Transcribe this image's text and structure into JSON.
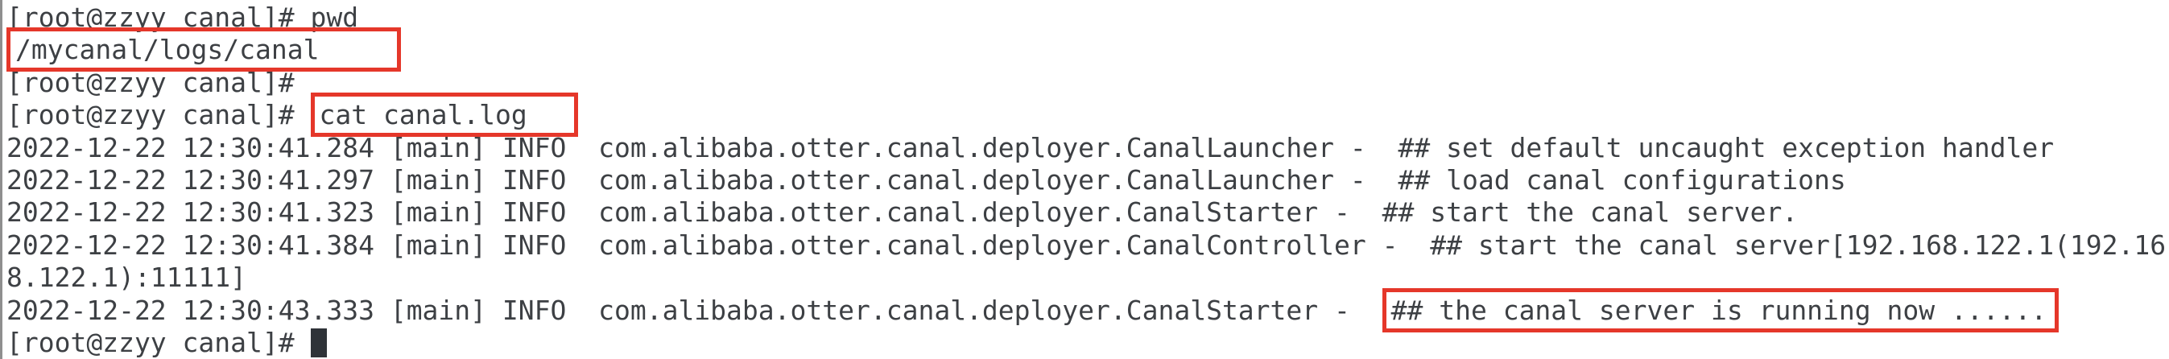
{
  "terminal": {
    "colors": {
      "background": "#ffffff",
      "text": "#3d4044",
      "highlight_border": "#e5372a",
      "window_border": "#8f8f8f",
      "cursor": "#2f3338"
    },
    "prompt": "[root@zzyy canal]#",
    "lines": [
      {
        "segments": [
          {
            "role": "prompt",
            "text": "[root@zzyy canal]# "
          },
          {
            "role": "command",
            "text": "pwd"
          }
        ]
      },
      {
        "segments": [
          {
            "role": "output",
            "text": "/mycanal/logs/canal",
            "boxed": true,
            "box_pad": "lg"
          }
        ]
      },
      {
        "segments": [
          {
            "role": "prompt",
            "text": "[root@zzyy canal]#"
          }
        ]
      },
      {
        "segments": [
          {
            "role": "prompt",
            "text": "[root@zzyy canal]# "
          },
          {
            "role": "command",
            "text": "cat canal.log",
            "boxed": true,
            "box_pad": "md"
          }
        ]
      },
      {
        "segments": [
          {
            "role": "log",
            "text": "2022-12-22 12:30:41.284 [main] INFO  com.alibaba.otter.canal.deployer.CanalLauncher -  ## set default uncaught exception handler"
          }
        ]
      },
      {
        "segments": [
          {
            "role": "log",
            "text": "2022-12-22 12:30:41.297 [main] INFO  com.alibaba.otter.canal.deployer.CanalLauncher -  ## load canal configurations"
          }
        ]
      },
      {
        "segments": [
          {
            "role": "log",
            "text": "2022-12-22 12:30:41.323 [main] INFO  com.alibaba.otter.canal.deployer.CanalStarter -  ## start the canal server."
          }
        ]
      },
      {
        "segments": [
          {
            "role": "log",
            "text": "2022-12-22 12:30:41.384 [main] INFO  com.alibaba.otter.canal.deployer.CanalController -  ## start the canal server[192.168.122.1(192.16"
          }
        ]
      },
      {
        "segments": [
          {
            "role": "log",
            "text": "8.122.1):11111]"
          }
        ]
      },
      {
        "segments": [
          {
            "role": "log",
            "text": "2022-12-22 12:30:43.333 [main] INFO  com.alibaba.otter.canal.deployer.CanalStarter -  "
          },
          {
            "role": "log",
            "text": "## the canal server is running now ......",
            "boxed": true
          }
        ]
      },
      {
        "segments": [
          {
            "role": "prompt",
            "text": "[root@zzyy canal]# "
          },
          {
            "role": "cursor",
            "cursor": true
          }
        ]
      }
    ]
  }
}
